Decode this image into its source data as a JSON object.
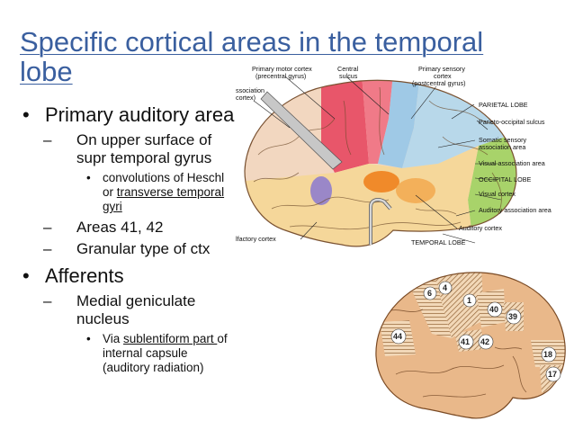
{
  "slide": {
    "title": "Specific cortical areas in the temporal lobe",
    "bullets": {
      "b1": "Primary auditory area",
      "b1_sub1_line1": "On upper surface of",
      "b1_sub1_line2": "supr temporal gyrus",
      "b1_sub1_sub1_a": "convolutions of Heschl",
      "b1_sub1_sub1_b": "or ",
      "b1_sub1_sub1_c": "transverse temporal",
      "b1_sub1_sub1_d": "gyri",
      "b1_sub2": "Areas 41, 42",
      "b1_sub3": "Granular type of ctx",
      "b2": "Afferents",
      "b2_sub1_line1": "Medial geniculate",
      "b2_sub1_line2": "nucleus",
      "b2_sub1_sub1_a": "Via ",
      "b2_sub1_sub1_b": "sublentiform part ",
      "b2_sub1_sub1_c": "of",
      "b2_sub1_sub1_d": "internal capsule",
      "b2_sub1_sub1_e": "(auditory radiation)"
    }
  },
  "diagram1": {
    "labels": {
      "primary_motor_1": "Primary motor cortex",
      "primary_motor_2": "(precentral gyrus)",
      "central_1": "Central",
      "central_2": "sulcus",
      "primary_sensory_1": "Primary sensory",
      "primary_sensory_2": "cortex",
      "primary_sensory_3": "(postcentral gyrus)",
      "association_1": "ssociation",
      "association_2": "cortex)",
      "parietal": "PARIETAL LOBE",
      "parieto_occipital": "Parieto-occipital sulcus",
      "somatic_1": "Somatic sensory",
      "somatic_2": "association area",
      "visual_assoc": "Visual association area",
      "occipital": "OCCIPITAL LOBE",
      "visual_cortex": "Visual cortex",
      "auditory_assoc": "Auditory association area",
      "auditory_cortex": "Auditory cortex",
      "temporal": "TEMPORAL LOBE",
      "olfactory": "lfactory cortex"
    }
  },
  "diagram2": {
    "areas": [
      "4",
      "6",
      "1",
      "40",
      "39",
      "44",
      "41",
      "42",
      "18",
      "17"
    ]
  },
  "colors": {
    "title": "#3a5f9f",
    "motor": "#e8566a",
    "sensory": "#9fc9e6",
    "parietal": "#b8d8ea",
    "occipital": "#a8d36a",
    "auditory": "#f08a2a",
    "temporal": "#f5d79a",
    "frontal": "#f2d7c0",
    "brain2": "#e9b88a",
    "hatch": "#8b5a2b"
  }
}
